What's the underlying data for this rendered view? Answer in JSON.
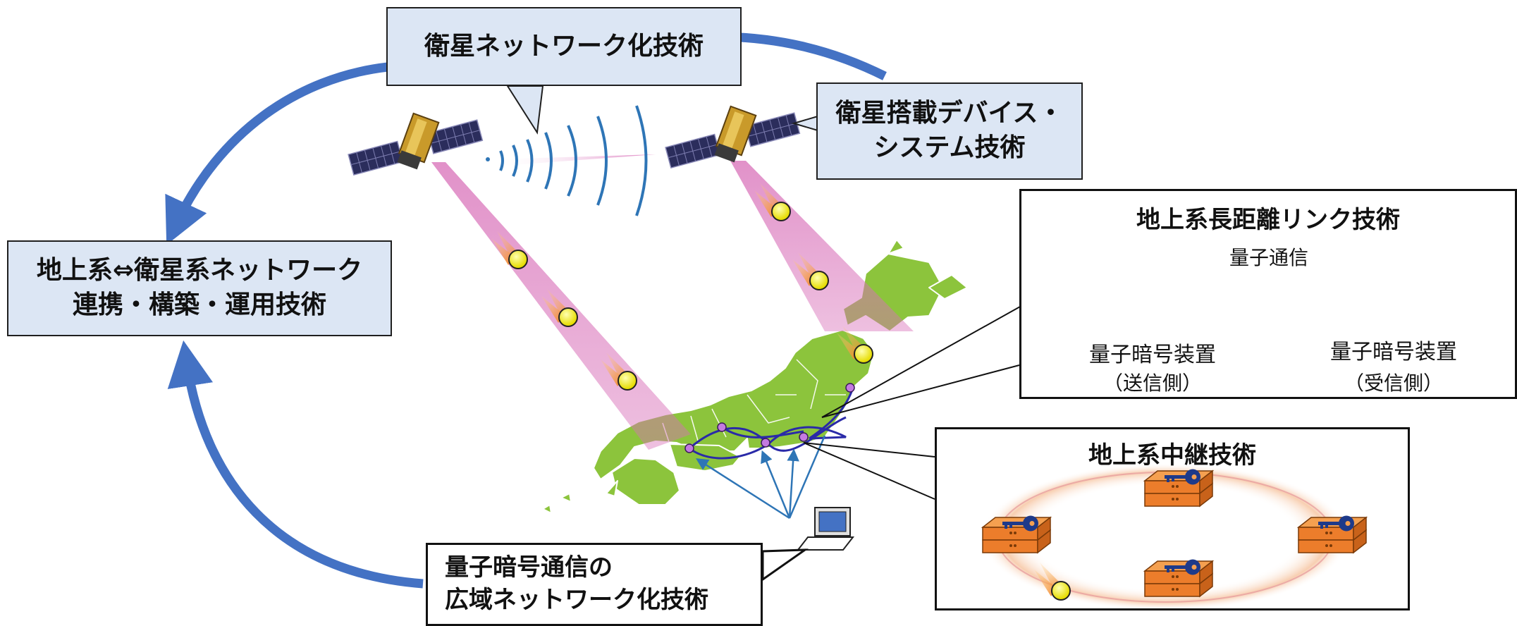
{
  "boxes": {
    "satellite_network": "衛星ネットワーク化技術",
    "onboard_line1": "衛星搭載デバイス・",
    "onboard_line2": "システム技術",
    "ground_sat_line1": "地上系⇔衛星系ネットワーク",
    "ground_sat_line2": "連携・構築・運用技術",
    "wide_area_line1": "量子暗号通信の",
    "wide_area_line2": "広域ネットワーク化技術"
  },
  "long_distance_panel": {
    "title": "地上系長距離リンク技術",
    "channel": "量子通信",
    "sender": "量子暗号装置",
    "sender_side": "（送信側）",
    "receiver": "量子暗号装置",
    "receiver_side": "（受信側）"
  },
  "relay_panel": {
    "title": "地上系中継技術"
  },
  "colors": {
    "cycle_arrow": "#4472c4",
    "box_fill": "#dce6f4",
    "beam": "#d86fb8",
    "japan_land": "#8cc43c",
    "photon": "#f2ee1d",
    "fiber": "#2a2aa8",
    "node": "#c47ae0",
    "key_node": "#ec7d2b",
    "link": "#b83bd9"
  },
  "icons": [
    "satellite-icon",
    "photon-icon",
    "laptop-icon",
    "qkd-device-icon",
    "key-server-icon"
  ]
}
